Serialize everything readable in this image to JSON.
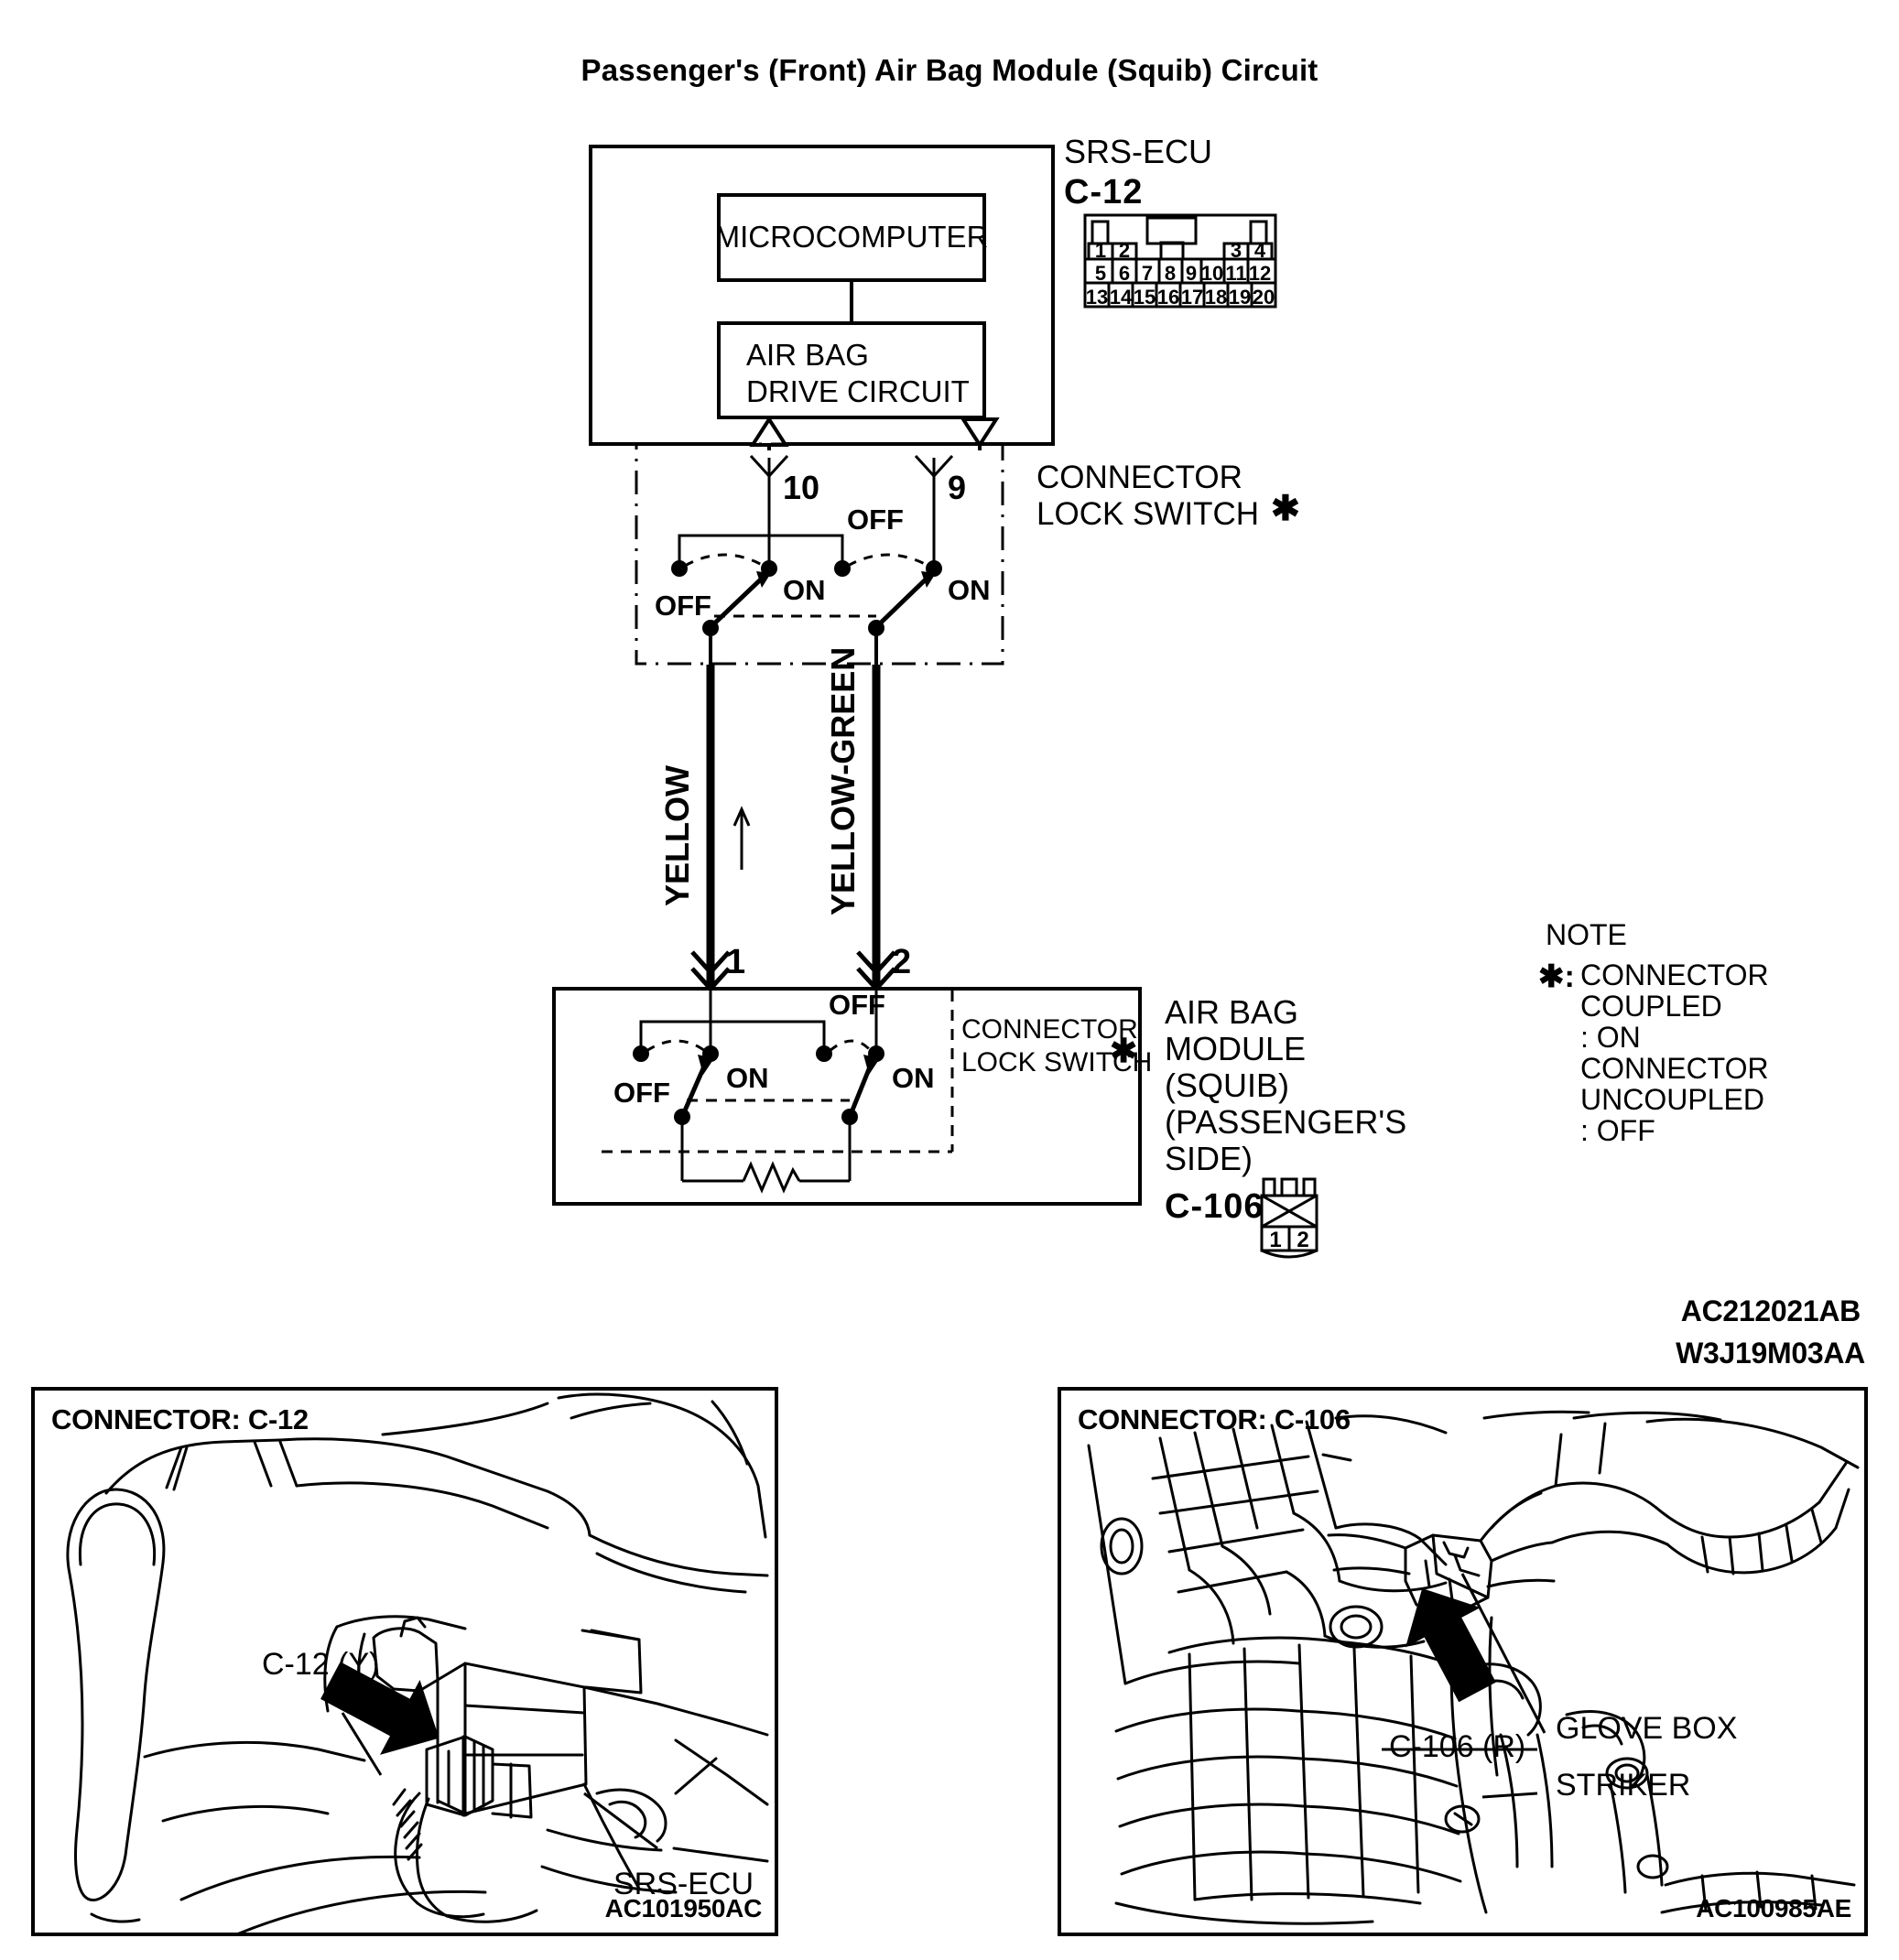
{
  "title": "Passenger's (Front) Air Bag Module (Squib) Circuit",
  "ecu": {
    "name": "SRS-ECU",
    "connector_id": "C-12",
    "blocks": {
      "microcomputer": "MICROCOMPUTER",
      "drive_circuit_line1": "AIR BAG",
      "drive_circuit_line2": "DRIVE CIRCUIT"
    },
    "pins": {
      "row1": [
        "1",
        "2",
        "",
        "",
        "",
        "",
        "3",
        "4"
      ],
      "row2": [
        "5",
        "6",
        "7",
        "8",
        "9",
        "10",
        "11",
        "12"
      ],
      "row3": [
        "13",
        "14",
        "15",
        "16",
        "17",
        "18",
        "19",
        "20"
      ]
    },
    "terminal_numbers": [
      "10",
      "9"
    ]
  },
  "upper_switch": {
    "label_line1": "CONNECTOR",
    "label_line2": "LOCK SWITCH",
    "asterisk": "✱",
    "states": {
      "off": "OFF",
      "on": "ON"
    }
  },
  "wires": [
    {
      "color_label": "YELLOW",
      "ecu_pin": "10",
      "module_pin": "1"
    },
    {
      "color_label": "YELLOW-GREEN",
      "ecu_pin": "9",
      "module_pin": "2"
    }
  ],
  "module": {
    "label_lines": [
      "AIR BAG",
      "MODULE",
      "(SQUIB)",
      "(PASSENGER'S",
      " SIDE)"
    ],
    "connector_id": "C-106",
    "connector_pins": [
      "1",
      "2"
    ],
    "switch": {
      "label_line1": "CONNECTOR",
      "label_line2": "LOCK SWITCH",
      "asterisk": "✱",
      "states": {
        "off": "OFF",
        "on": "ON"
      }
    }
  },
  "note": {
    "heading": "NOTE",
    "marker": "✱:",
    "lines": [
      "CONNECTOR",
      "COUPLED",
      ": ON",
      "CONNECTOR",
      "UNCOUPLED",
      ": OFF"
    ]
  },
  "codes": {
    "diagram_code": "AC212021AB",
    "doc_code": "W3J19M03AA"
  },
  "photos": [
    {
      "heading": "CONNECTOR: C-12",
      "callouts": [
        "C-12 (Y)",
        "SRS-ECU"
      ],
      "code": "AC101950AC"
    },
    {
      "heading": "CONNECTOR: C-106",
      "callouts": [
        "C-106 (R)",
        "GLOVE BOX",
        "STRIKER"
      ],
      "code": "AC100985AE"
    }
  ]
}
